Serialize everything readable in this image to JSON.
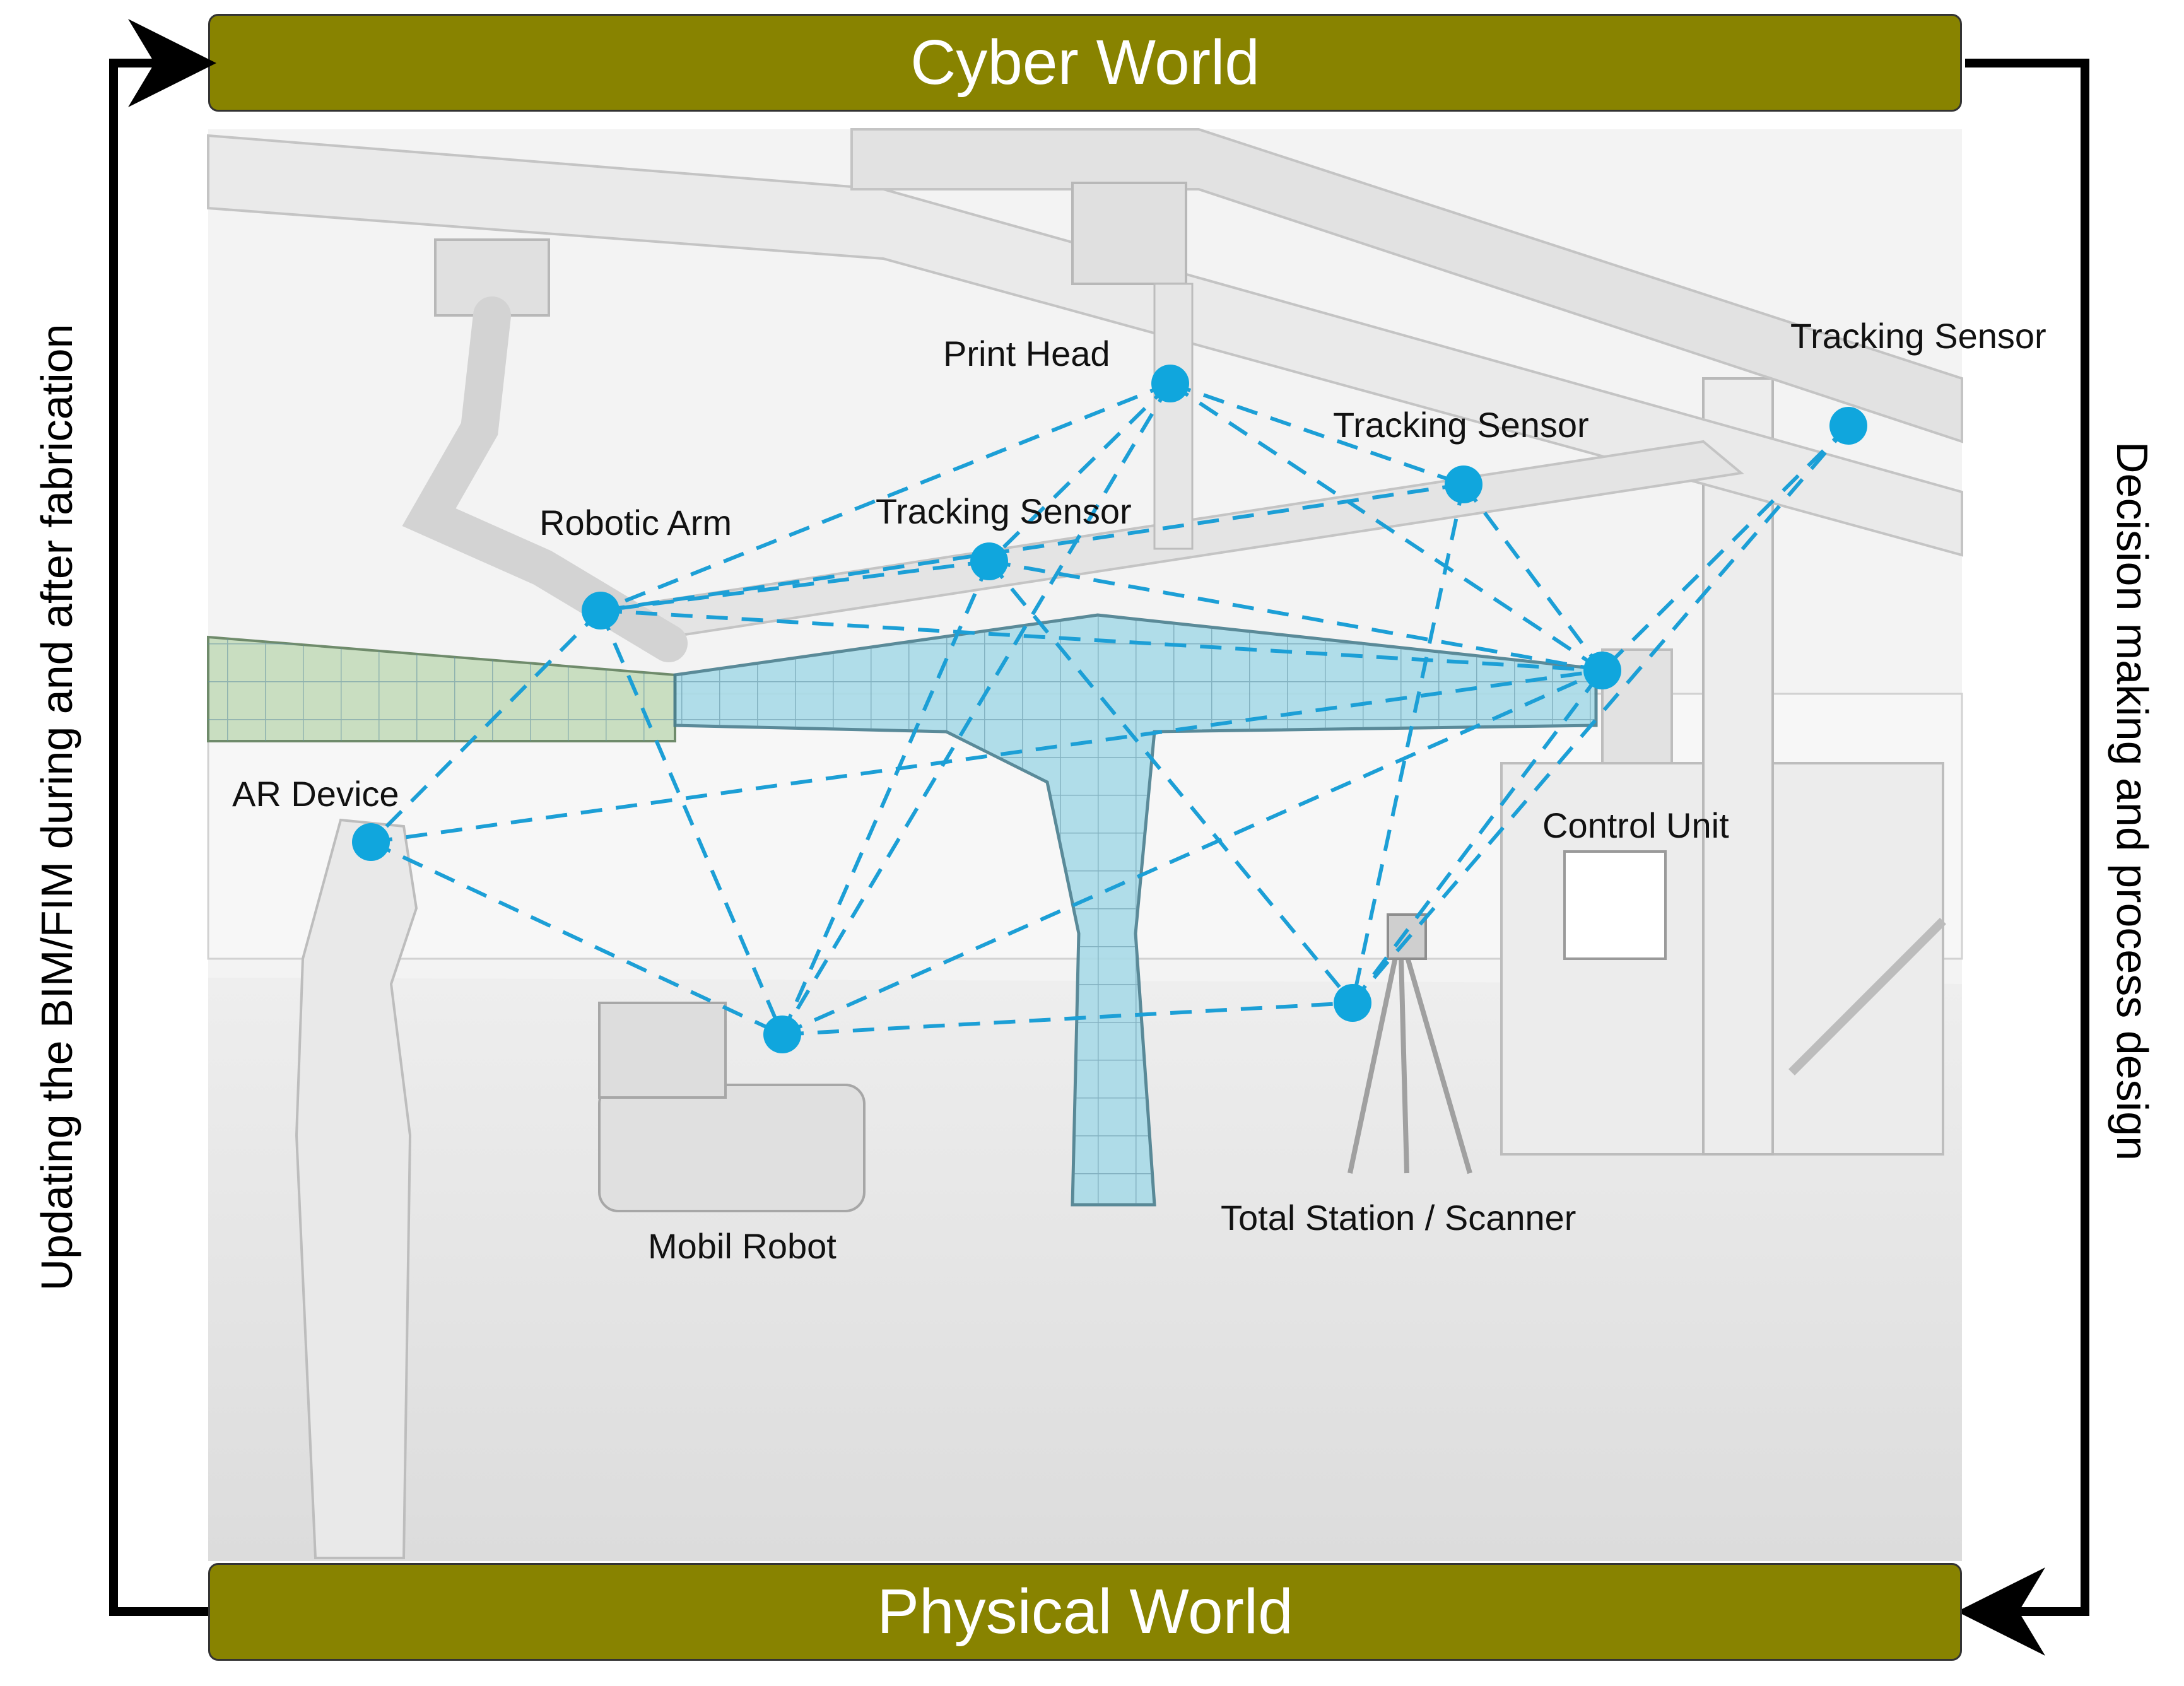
{
  "banners": {
    "top": "Cyber World",
    "bottom": "Physical World",
    "color": "#888300"
  },
  "side_labels": {
    "left": "Updating the BIM/FIM during and after fabrication",
    "right": "Decision making and process design"
  },
  "colors": {
    "node": "#10a6dd",
    "link": "#1c9fd6",
    "structure": "#9fd6e4",
    "arrow": "#000000"
  },
  "nodes": [
    {
      "id": "print-head",
      "label": "Print Head"
    },
    {
      "id": "tracking-sensor-right",
      "label": "Tracking  Sensor"
    },
    {
      "id": "tracking-sensor-mid",
      "label": "Tracking  Sensor"
    },
    {
      "id": "tracking-sensor-left",
      "label": "Tracking  Sensor"
    },
    {
      "id": "robotic-arm",
      "label": "Robotic Arm"
    },
    {
      "id": "ar-device",
      "label": "AR Device"
    },
    {
      "id": "control-unit",
      "label": "Control Unit"
    },
    {
      "id": "mobil-robot",
      "label": "Mobil Robot"
    },
    {
      "id": "total-station",
      "label": "Total Station / Scanner"
    }
  ]
}
